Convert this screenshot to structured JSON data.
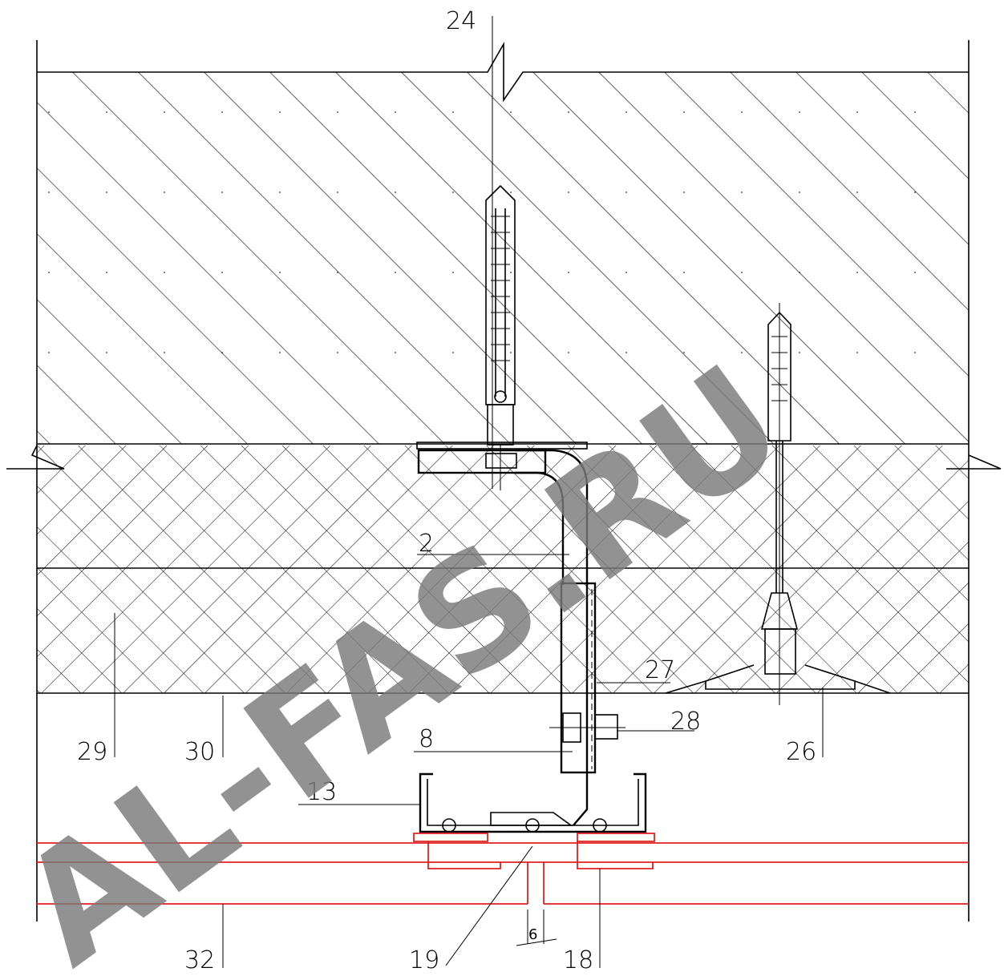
{
  "callouts": {
    "c24": "24",
    "c2": "2",
    "c27": "27",
    "c28": "28",
    "c29": "29",
    "c30": "30",
    "c8": "8",
    "c26": "26",
    "c13": "13",
    "c32": "32",
    "c19": "19",
    "c18": "18"
  },
  "dimension": "6",
  "watermark": "AL-FAS.RU",
  "colors": {
    "line": "#000000",
    "cladding": "#e02020",
    "watermark": "#7a7a7a"
  }
}
